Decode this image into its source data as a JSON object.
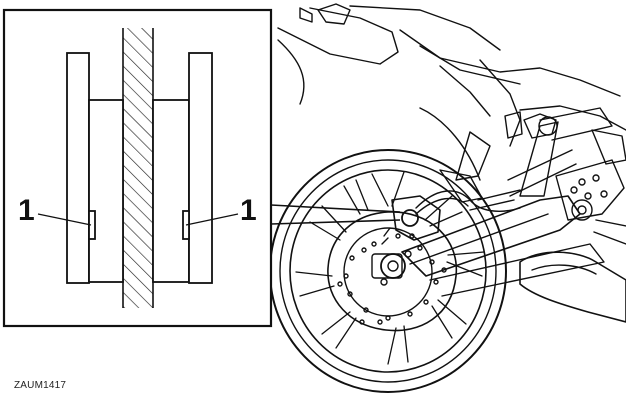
{
  "diagram": {
    "callouts": [
      {
        "id": "left-pad-indicator",
        "label": "1"
      },
      {
        "id": "right-pad-indicator",
        "label": "1"
      }
    ],
    "figure_code": "ZAUM1417",
    "line_color": "#111111",
    "hatch_color": "#222222"
  }
}
